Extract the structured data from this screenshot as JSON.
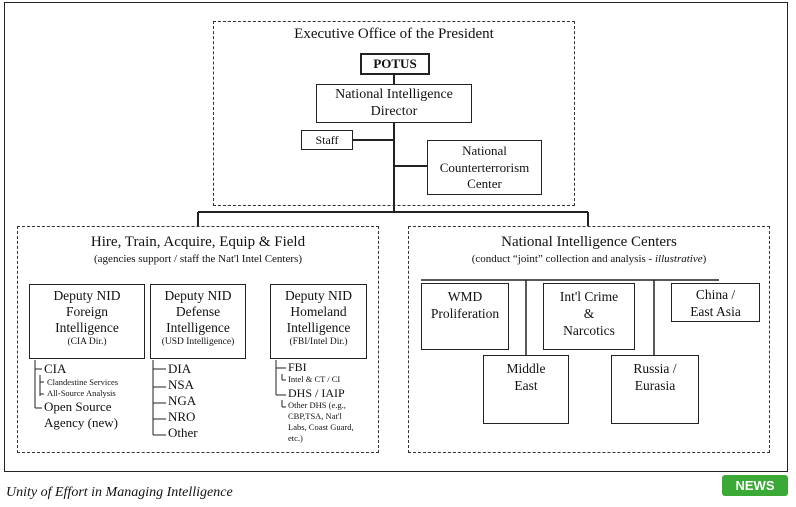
{
  "executive": {
    "title": "Executive Office of the President",
    "potus": "POTUS",
    "dni_line1": "National Intelligence",
    "dni_line2": "Director",
    "staff": "Staff",
    "nctc_line1": "National",
    "nctc_line2": "Counterterrorism",
    "nctc_line3": "Center"
  },
  "left_group": {
    "title": "Hire, Train, Acquire, Equip & Field",
    "subtitle": "(agencies support / staff the Nat'l Intel Centers)",
    "foreign": {
      "line1": "Deputy NID",
      "line2": "Foreign",
      "line3": "Intelligence",
      "note": "(CIA Dir.)",
      "items": [
        "CIA",
        "Clandestine Services",
        "All-Source Analysis",
        "Open Source",
        "Agency (new)"
      ]
    },
    "defense": {
      "line1": "Deputy NID",
      "line2": "Defense",
      "line3": "Intelligence",
      "note": "(USD Intelligence)",
      "items": [
        "DIA",
        "NSA",
        "NGA",
        "NRO",
        "Other"
      ]
    },
    "homeland": {
      "line1": "Deputy NID",
      "line2": "Homeland",
      "line3": "Intelligence",
      "note": "(FBI/Intel Dir.)",
      "items": [
        "FBI",
        "Intel & CT / CI",
        "DHS / IAIP",
        "Other DHS (e.g.,",
        "CBP,TSA, Nat'l",
        "Labs, Coast Guard,",
        "etc.)"
      ]
    }
  },
  "right_group": {
    "title": "National Intelligence Centers",
    "subtitle": "(conduct “joint” collection and analysis - ",
    "subtitle_italic": "illustrative",
    "subtitle_end": ")",
    "wmd_line1": "WMD",
    "wmd_line2": "Proliferation",
    "crime_line1": "Int'l Crime",
    "crime_line2": "&",
    "crime_line3": "Narcotics",
    "china_line1": "China /",
    "china_line2": "East Asia",
    "me_line1": "Middle",
    "me_line2": "East",
    "russia_line1": "Russia /",
    "russia_line2": "Eurasia"
  },
  "caption": "Unity of Effort in Managing Intelligence",
  "logo": "NEWS"
}
